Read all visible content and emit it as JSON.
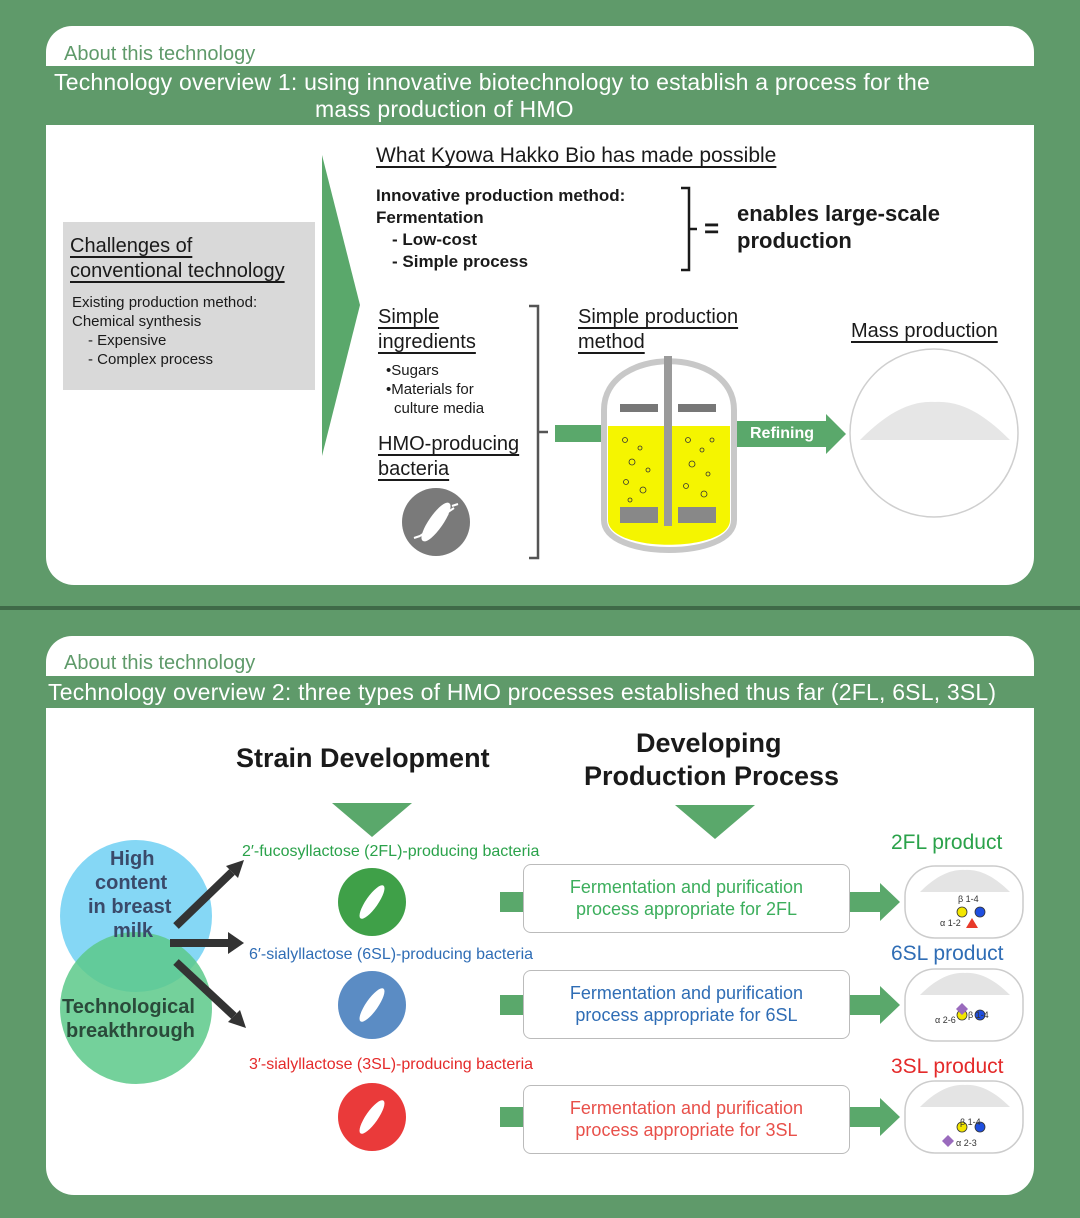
{
  "panel1": {
    "small_label": "About this technology",
    "title_line1": "Technology overview 1: using innovative biotechnology to establish a process for the",
    "title_line2": "mass production of HMO",
    "challenges": {
      "heading_line1": "Challenges of",
      "heading_line2": "conventional technology",
      "line1": "Existing production method:",
      "line2": "Chemical synthesis",
      "line3": "- Expensive",
      "line4": "- Complex process"
    },
    "possible_heading": "What Kyowa Hakko Bio has made possible",
    "method": {
      "line1": "Innovative production method:",
      "line2": "Fermentation",
      "line3": "- Low-cost",
      "line4": "- Simple process"
    },
    "equals": "=",
    "result_line1": "enables large-scale",
    "result_line2": "production",
    "ingredients": {
      "heading_line1": "Simple",
      "heading_line2": "ingredients",
      "item1": "•Sugars",
      "item2": "•Materials for",
      "item3": "culture media"
    },
    "bacteria_heading_line1": "HMO-producing",
    "bacteria_heading_line2": "bacteria",
    "prod_method_line1": "Simple production",
    "prod_method_line2": "method",
    "refining": "Refining",
    "mass_production": "Mass production"
  },
  "panel2": {
    "small_label": "About this technology",
    "title": "Technology overview 2: three types of HMO processes established thus far (2FL, 6SL, 3SL)",
    "strain_heading": "Strain Development",
    "process_heading_line1": "Developing",
    "process_heading_line2": "Production Process",
    "venn_top_line1": "High",
    "venn_top_line2": "content",
    "venn_top_line3": "in breast",
    "venn_top_line4": "milk",
    "venn_bottom_line1": "Technological",
    "venn_bottom_line2": "breakthrough",
    "rows": [
      {
        "bacteria": "2′-fucosyllactose (2FL)-producing bacteria",
        "process_line1": "Fermentation and purification",
        "process_line2": "process appropriate for 2FL",
        "product": "2FL product",
        "link1": "β 1-4",
        "link2": "α 1-2",
        "color": "#2aa24a"
      },
      {
        "bacteria": "6′-sialyllactose (6SL)-producing bacteria",
        "process_line1": "Fermentation and purification",
        "process_line2": "process appropriate for 6SL",
        "product": "6SL product",
        "link1": "β 1-4",
        "link2": "α 2-6",
        "color": "#2f6db5"
      },
      {
        "bacteria": "3′-sialyllactose (3SL)-producing bacteria",
        "process_line1": "Fermentation and purification",
        "process_line2": "process appropriate for 3SL",
        "product": "3SL product",
        "link1": "β 1-4",
        "link2": "α 2-3",
        "color": "#e42a2a"
      }
    ]
  },
  "colors": {
    "green_bg": "#5f9a6a",
    "arrow_green": "#5aa86b",
    "yellow": "#f5f500",
    "grey_box": "#d9d9d9"
  }
}
